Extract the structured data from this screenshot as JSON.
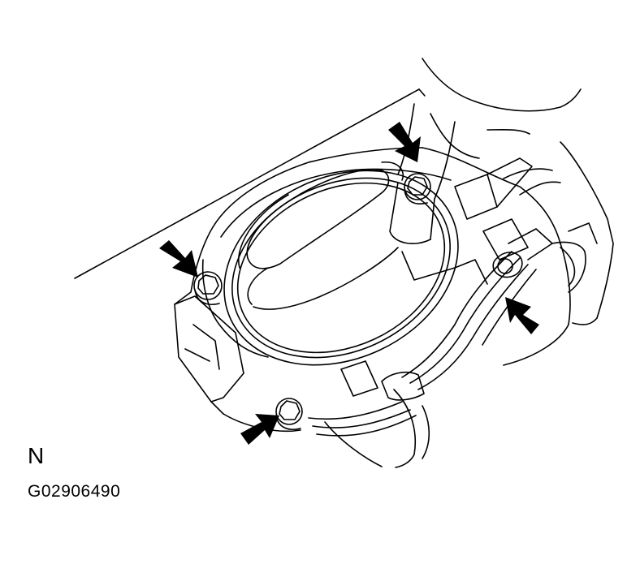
{
  "figure": {
    "view_letter": "N",
    "figure_code": "G02906490",
    "subject": "shift-lever-assembly",
    "callout_count": 4,
    "line_color": "#000000",
    "background_color": "#ffffff"
  }
}
